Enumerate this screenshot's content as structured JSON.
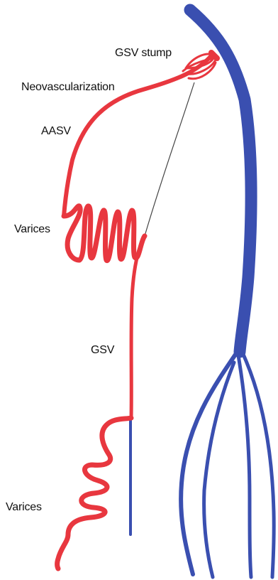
{
  "labels": {
    "gsv_stump": "GSV stump",
    "neovascularization": "Neovascularization",
    "aasv": "AASV",
    "varices_upper": "Varices",
    "gsv": "GSV",
    "varices_lower": "Varices"
  },
  "colors": {
    "deep_vein": "#3a4fb0",
    "superficial_vein": "#e8373f",
    "ligation_line": "#444444"
  }
}
